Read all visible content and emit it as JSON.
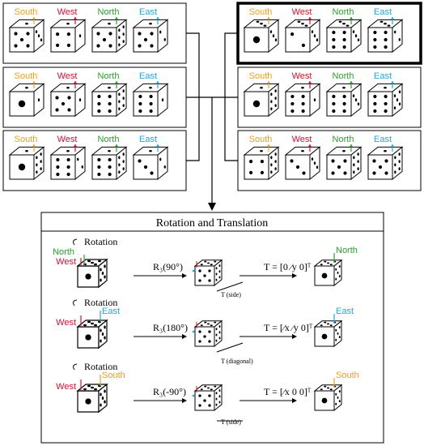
{
  "colors": {
    "south": "#f0a020",
    "west": "#e0102a",
    "north": "#2aa02a",
    "east": "#20a8e0",
    "line": "#000000"
  },
  "direction_labels": [
    "South",
    "West",
    "North",
    "East"
  ],
  "panels": [
    {
      "faces": [
        [
          5,
          1,
          3
        ],
        [
          4,
          1,
          1
        ],
        [
          5,
          1,
          6
        ],
        [
          5,
          1,
          2
        ]
      ]
    },
    {
      "faces": [
        [
          1,
          1,
          1
        ],
        [
          5,
          1,
          1
        ],
        [
          6,
          1,
          6
        ],
        [
          6,
          1,
          1
        ]
      ]
    },
    {
      "faces": [
        [
          1,
          1,
          6
        ],
        [
          6,
          1,
          2
        ],
        [
          6,
          1,
          6
        ],
        [
          3,
          1,
          2
        ]
      ]
    },
    {
      "faces": [
        [
          1,
          3,
          3
        ],
        [
          2,
          3,
          3
        ],
        [
          6,
          3,
          3
        ],
        [
          6,
          3,
          2
        ]
      ]
    },
    {
      "faces": [
        [
          1,
          1,
          6
        ],
        [
          6,
          1,
          1
        ],
        [
          6,
          1,
          3
        ],
        [
          6,
          1,
          5
        ]
      ]
    },
    {
      "faces": [
        [
          4,
          1,
          6
        ],
        [
          3,
          1,
          3
        ],
        [
          5,
          1,
          6
        ],
        [
          5,
          1,
          6
        ]
      ]
    }
  ],
  "bottom": {
    "title": "Rotation and Translation",
    "rotation_label": "Rotation",
    "rows": [
      {
        "labels": [
          "North",
          "West"
        ],
        "rotation": "R₃(90°)",
        "translation": "T = [0 ⁄y 0]ᵀ",
        "translation_hint": "T (side)",
        "end_label": "North"
      },
      {
        "labels": [
          "West",
          "East"
        ],
        "rotation": "R₃(180°)",
        "translation": "T = [⁄x ⁄y 0]ᵀ",
        "translation_hint": "T (diagonal)",
        "end_label": "East"
      },
      {
        "labels": [
          "West",
          "South"
        ],
        "rotation": "R₃(-90°)",
        "translation": "T = [⁄x 0 0]ᵀ",
        "translation_hint": "T (side)",
        "end_label": "South"
      }
    ]
  }
}
